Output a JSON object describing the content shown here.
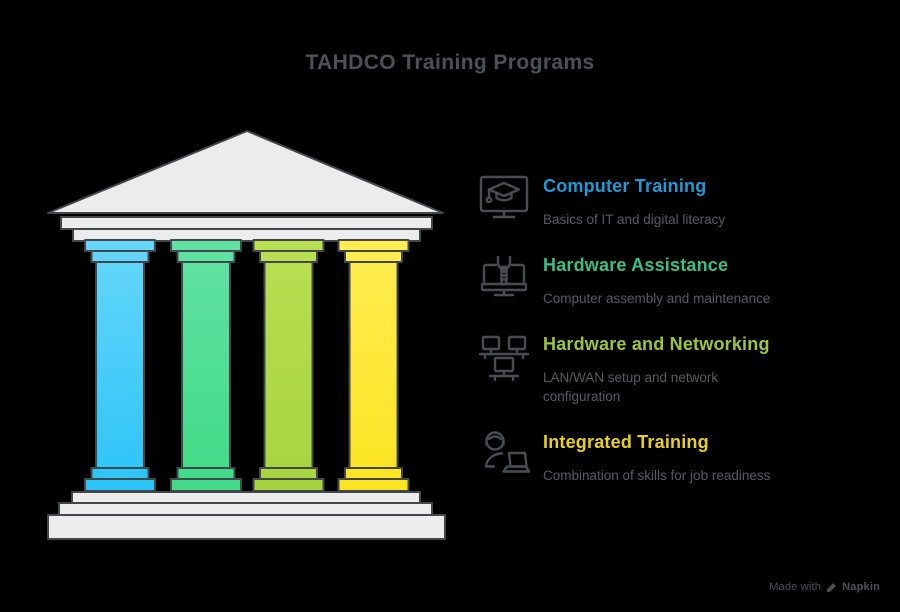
{
  "page": {
    "background": "#000000"
  },
  "title": {
    "text": "TAHDCO Training Programs",
    "color": "#4a5157"
  },
  "programs": [
    {
      "title": "Computer Training",
      "description": "Basics of IT and digital literacy",
      "color": "#1f9ad6",
      "icon": "monitor-graduation-cap-icon"
    },
    {
      "title": "Hardware Assistance",
      "description": "Computer assembly and maintenance",
      "color": "#3bbf86",
      "icon": "monitor-wrench-icon"
    },
    {
      "title": "Hardware and Networking",
      "description": "LAN/WAN setup and network\nconfiguration",
      "color": "#9dc53c",
      "icon": "networked-computers-icon"
    },
    {
      "title": "Integrated Training",
      "description": "Combination of skills for job readiness",
      "color": "#e9d01b",
      "icon": "person-with-laptop-icon"
    }
  ],
  "illustration": {
    "name": "four-pillar-temple",
    "structure_color": "#ececec",
    "outline_color": "#42474c",
    "pillar_colors": [
      {
        "top": "#67d6f9",
        "bottom": "#2bc4f8"
      },
      {
        "top": "#61e2a4",
        "bottom": "#41da87"
      },
      {
        "top": "#b9df52",
        "bottom": "#a6d440"
      },
      {
        "top": "#ffed52",
        "bottom": "#fce420"
      }
    ]
  },
  "footer": {
    "text": "Made with",
    "brand": "Napkin"
  }
}
